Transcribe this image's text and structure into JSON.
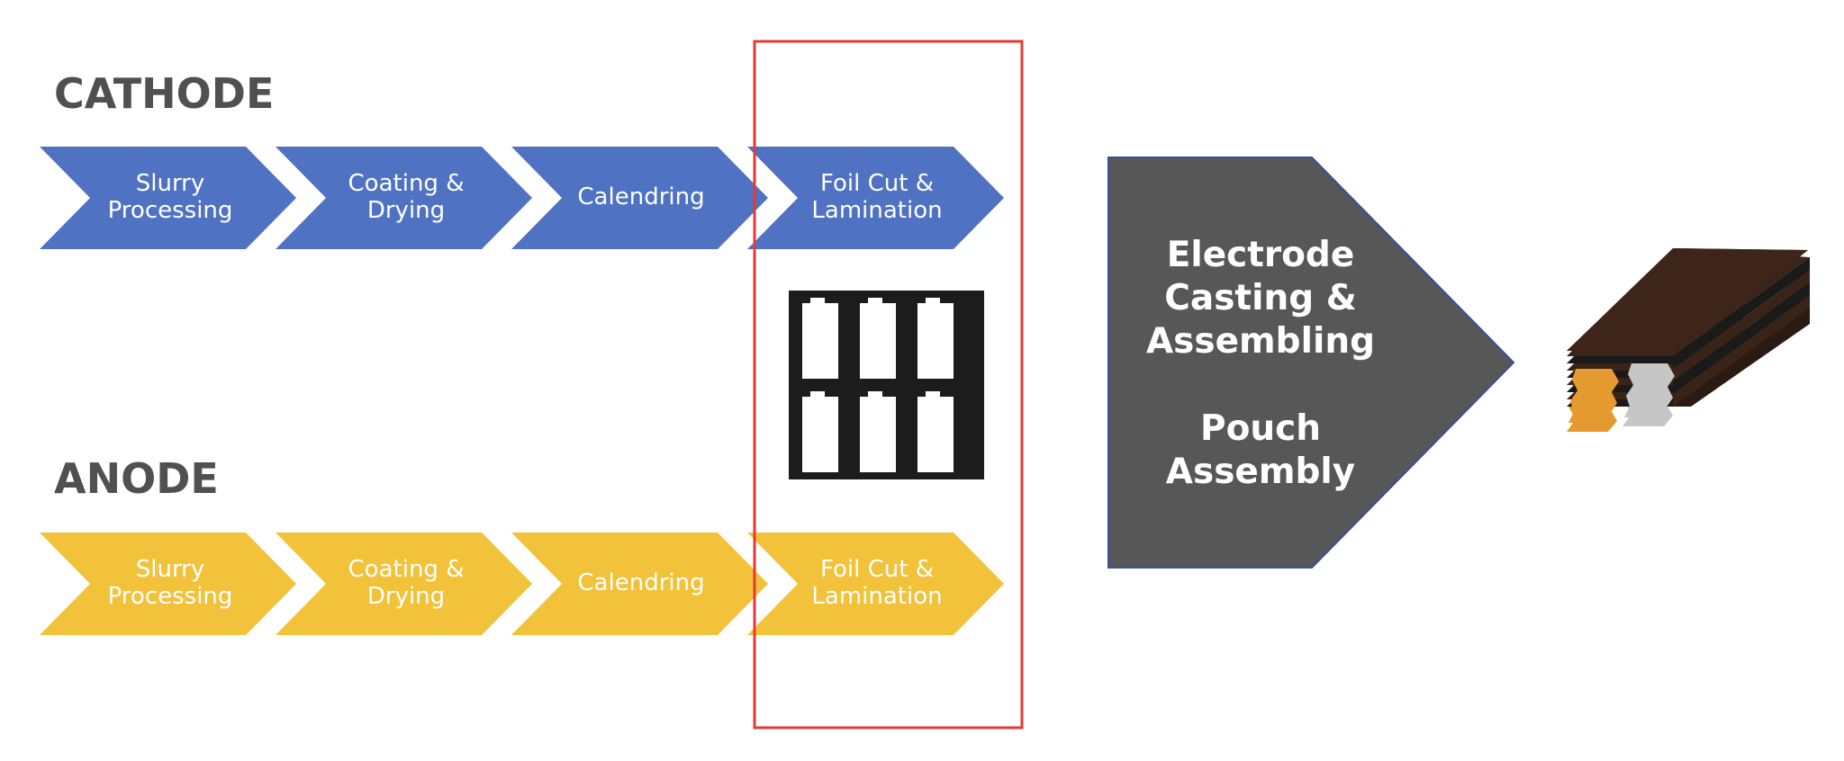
{
  "colors": {
    "cathode_fill": "#4f72c2",
    "anode_fill": "#f2c23a",
    "step_text": "#ffffff",
    "section_title": "#505050",
    "big_arrow_fill": "#575757",
    "big_arrow_stroke": "#3a4f9a",
    "highlight_box": "#e53935",
    "foil_frame": "#1c1c1c",
    "stack_dark": "#3a2418",
    "stack_orange": "#e49a2e",
    "stack_gray": "#c6c6c6"
  },
  "cathode": {
    "title": "CATHODE",
    "steps": [
      {
        "line1": "Slurry",
        "line2": "Processing"
      },
      {
        "line1": "Coating &",
        "line2": "Drying"
      },
      {
        "line1": "Calendring",
        "line2": ""
      },
      {
        "line1": "Foil Cut &",
        "line2": "Lamination"
      }
    ]
  },
  "anode": {
    "title": "ANODE",
    "steps": [
      {
        "line1": "Slurry",
        "line2": "Processing"
      },
      {
        "line1": "Coating &",
        "line2": "Drying"
      },
      {
        "line1": "Calendring",
        "line2": ""
      },
      {
        "line1": "Foil Cut &",
        "line2": "Lamination"
      }
    ]
  },
  "final_step": {
    "lines": [
      "Electrode",
      "Casting &",
      "Assembling",
      "",
      "Pouch",
      "Assembly"
    ]
  },
  "icons": {
    "foil_sheet": "electrode-foil-sheets-icon",
    "cell_stack": "pouch-cell-stack-icon"
  }
}
